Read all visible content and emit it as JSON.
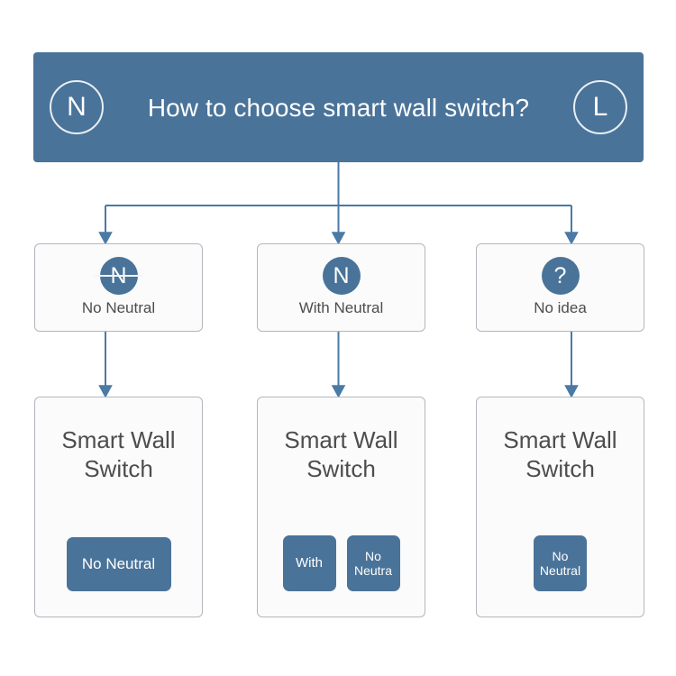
{
  "header": {
    "title": "How to choose smart wall switch?",
    "left_terminal": "N",
    "right_terminal": "L",
    "background_color": "#4a7399",
    "text_color": "#ffffff"
  },
  "options": [
    {
      "id": "no-neutral",
      "badge_glyph": "N",
      "badge_struck": true,
      "label": "No Neutral",
      "icon_name": "n-terminal-struck-icon"
    },
    {
      "id": "with-neutral",
      "badge_glyph": "N",
      "badge_struck": false,
      "label": "With Neutral",
      "icon_name": "n-terminal-icon"
    },
    {
      "id": "no-idea",
      "badge_glyph": "?",
      "badge_struck": false,
      "label": "No idea",
      "icon_name": "question-mark-icon"
    }
  ],
  "products": [
    {
      "id": "product-no-neutral",
      "title": "Smart Wall Switch",
      "chips": [
        {
          "label": "No Neutral",
          "style": "wide"
        }
      ]
    },
    {
      "id": "product-with-neutral",
      "title": "Smart Wall Switch",
      "chips": [
        {
          "label": "With",
          "style": "square"
        },
        {
          "label": "No Neutra",
          "style": "square"
        }
      ]
    },
    {
      "id": "product-no-idea",
      "title": "Smart Wall Switch",
      "chips": [
        {
          "label": "No Neutral",
          "style": "square"
        }
      ]
    }
  ],
  "colors": {
    "accent": "#4a7399",
    "connector": "#4a7aa5",
    "card_border": "#b3b7be",
    "card_background": "#fbfbfb",
    "page_background": "#ffffff",
    "text": "#4d4d4d"
  }
}
